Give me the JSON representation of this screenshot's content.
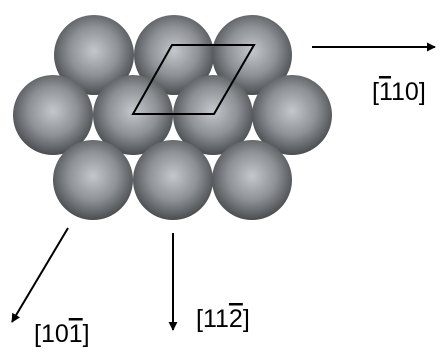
{
  "colors": {
    "sphere_highlight": "#c4c8cc",
    "sphere_mid": "#8e9296",
    "sphere_shadow": "#4a4d50",
    "line": "#000000"
  },
  "directions": {
    "right": {
      "open": "[",
      "bar_digit": "1",
      "rest": "10]"
    },
    "down_left": {
      "open": "[10",
      "bar_digit": "1",
      "rest": "]"
    },
    "down": {
      "open": "[11",
      "bar_digit": "2",
      "rest": "]"
    }
  }
}
